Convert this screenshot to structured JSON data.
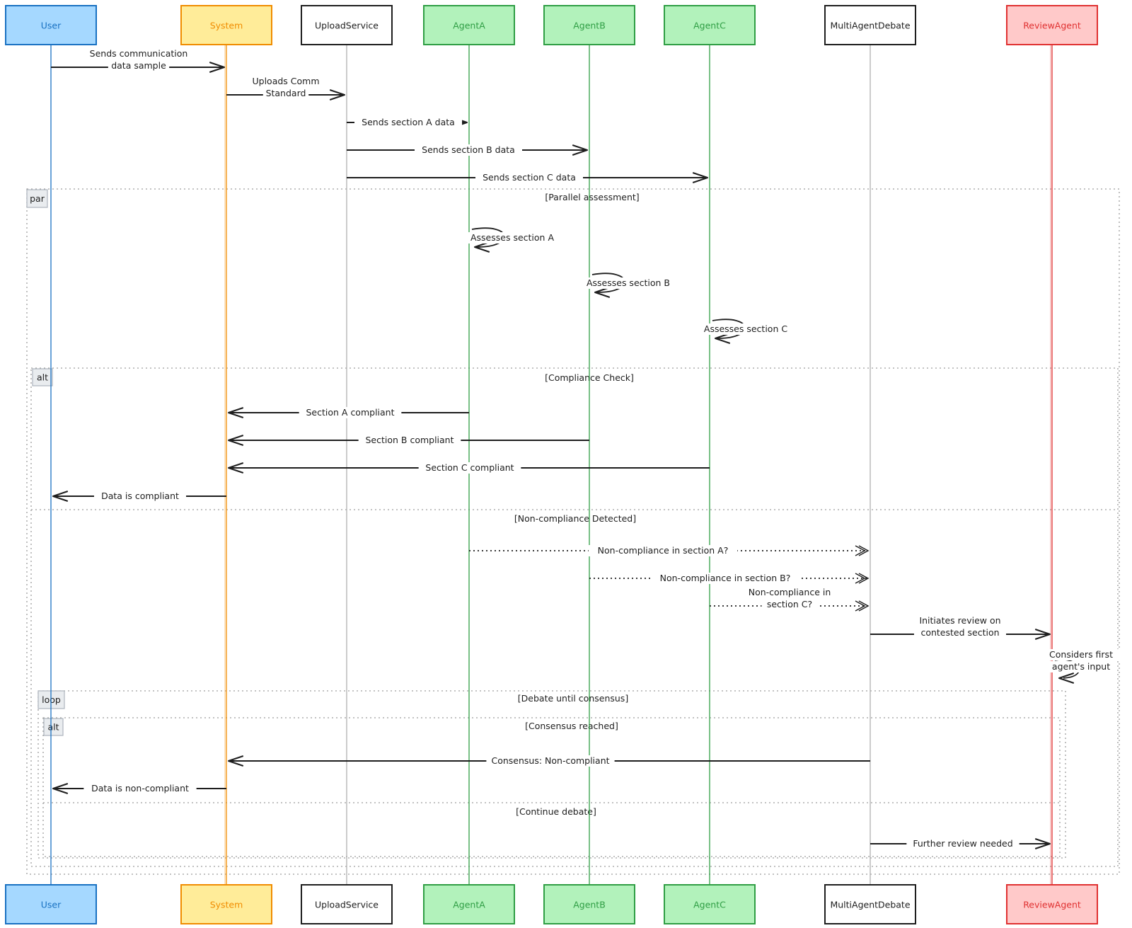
{
  "participants": [
    {
      "name": "User",
      "fill": "#a5d8ff",
      "stroke": "#1971c2",
      "text": "#1971c2"
    },
    {
      "name": "System",
      "fill": "#ffec99",
      "stroke": "#f08c00",
      "text": "#f08c00"
    },
    {
      "name": "UploadService",
      "fill": "#ffffff",
      "stroke": "#1e1e1e",
      "text": "#1e1e1e"
    },
    {
      "name": "AgentA",
      "fill": "#b2f2bb",
      "stroke": "#2f9e44",
      "text": "#2f9e44"
    },
    {
      "name": "AgentB",
      "fill": "#b2f2bb",
      "stroke": "#2f9e44",
      "text": "#2f9e44"
    },
    {
      "name": "AgentC",
      "fill": "#b2f2bb",
      "stroke": "#2f9e44",
      "text": "#2f9e44"
    },
    {
      "name": "MultiAgentDebate",
      "fill": "#ffffff",
      "stroke": "#1e1e1e",
      "text": "#1e1e1e"
    },
    {
      "name": "ReviewAgent",
      "fill": "#ffc9c9",
      "stroke": "#e03131",
      "text": "#e03131"
    }
  ],
  "messages": [
    {
      "from": "User",
      "to": "System",
      "lines": [
        "Sends communication",
        "data sample"
      ],
      "style": "solid"
    },
    {
      "from": "System",
      "to": "UploadService",
      "lines": [
        "Uploads Comm",
        "Standard"
      ],
      "style": "solid"
    },
    {
      "from": "UploadService",
      "to": "AgentA",
      "lines": [
        "Sends section A data"
      ],
      "style": "solid"
    },
    {
      "from": "UploadService",
      "to": "AgentB",
      "lines": [
        "Sends section B data"
      ],
      "style": "solid"
    },
    {
      "from": "UploadService",
      "to": "AgentC",
      "lines": [
        "Sends section C data"
      ],
      "style": "solid"
    },
    {
      "from": "AgentA",
      "to": "AgentA",
      "lines": [
        "Assesses section A"
      ],
      "style": "self"
    },
    {
      "from": "AgentB",
      "to": "AgentB",
      "lines": [
        "Assesses section B"
      ],
      "style": "self"
    },
    {
      "from": "AgentC",
      "to": "AgentC",
      "lines": [
        "Assesses section C"
      ],
      "style": "self"
    },
    {
      "from": "AgentA",
      "to": "System",
      "lines": [
        "Section A compliant"
      ],
      "style": "solid"
    },
    {
      "from": "AgentB",
      "to": "System",
      "lines": [
        "Section B compliant"
      ],
      "style": "solid"
    },
    {
      "from": "AgentC",
      "to": "System",
      "lines": [
        "Section C compliant"
      ],
      "style": "solid"
    },
    {
      "from": "System",
      "to": "User",
      "lines": [
        "Data is compliant"
      ],
      "style": "solid"
    },
    {
      "from": "AgentA",
      "to": "MultiAgentDebate",
      "lines": [
        "Non-compliance in section A?"
      ],
      "style": "dotted"
    },
    {
      "from": "AgentB",
      "to": "MultiAgentDebate",
      "lines": [
        "Non-compliance in section B?"
      ],
      "style": "dotted"
    },
    {
      "from": "AgentC",
      "to": "MultiAgentDebate",
      "lines": [
        "Non-compliance in",
        "section C?"
      ],
      "style": "dotted"
    },
    {
      "from": "MultiAgentDebate",
      "to": "ReviewAgent",
      "lines": [
        "Initiates review on",
        "contested section"
      ],
      "style": "solid"
    },
    {
      "from": "ReviewAgent",
      "to": "ReviewAgent",
      "lines": [
        "Considers first",
        "agent's input"
      ],
      "style": "self"
    },
    {
      "from": "MultiAgentDebate",
      "to": "System",
      "lines": [
        "Consensus: Non-compliant"
      ],
      "style": "solid"
    },
    {
      "from": "System",
      "to": "User",
      "lines": [
        "Data is non-compliant"
      ],
      "style": "solid"
    },
    {
      "from": "MultiAgentDebate",
      "to": "ReviewAgent",
      "lines": [
        "Further review needed"
      ],
      "style": "solid"
    }
  ],
  "frames": [
    {
      "keyword": "par",
      "sections": [
        "[Parallel assessment]"
      ]
    },
    {
      "keyword": "alt",
      "sections": [
        "[Compliance Check]",
        "[Non-compliance Detected]"
      ]
    },
    {
      "keyword": "loop",
      "sections": [
        "[Debate until consensus]"
      ]
    },
    {
      "keyword": "alt",
      "sections": [
        "[Consensus reached]",
        "[Continue debate]"
      ]
    }
  ]
}
